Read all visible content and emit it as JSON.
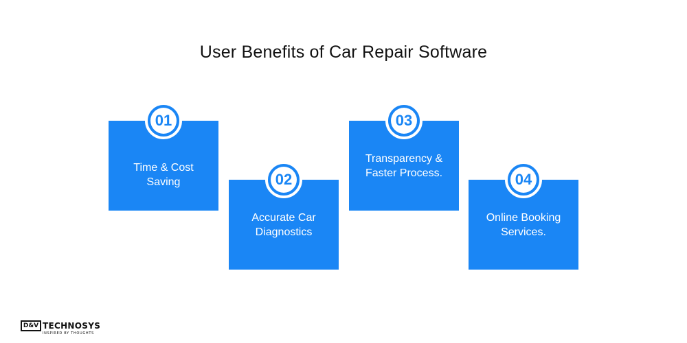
{
  "title": "User Benefits of Car Repair Software",
  "colors": {
    "accent": "#1a86f5",
    "text_dark": "#111111",
    "background": "#ffffff"
  },
  "steps": [
    {
      "number": "01",
      "text": "Time & Cost\nSaving"
    },
    {
      "number": "02",
      "text": "Accurate Car\nDiagnostics"
    },
    {
      "number": "03",
      "text": "Transparency &\nFaster Process."
    },
    {
      "number": "04",
      "text": "Online Booking\nServices."
    }
  ],
  "logo": {
    "mark": "D&V",
    "wordmark": "TECHNOSYS",
    "tagline": "INSPIRED BY THOUGHTS"
  }
}
